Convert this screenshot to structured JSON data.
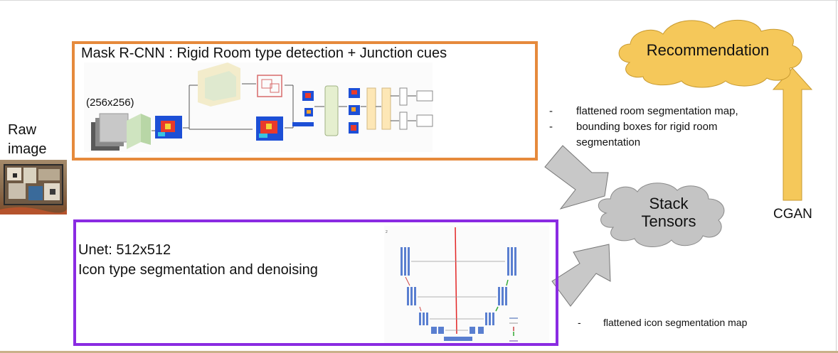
{
  "labels": {
    "mask_rcnn_title": "Mask R-CNN : Rigid Room type detection + Junction cues",
    "input_size": "(256x256)",
    "raw_image_line1": "Raw",
    "raw_image_line2": "image",
    "unet_line1": "Unet: 512x512",
    "unet_line2": "Icon type segmentation and denoising",
    "stack_line1": "Stack",
    "stack_line2": "Tensors",
    "recommendation": "Recommendation",
    "cgan": "CGAN"
  },
  "mask_rcnn_outputs": {
    "dash": "-",
    "items": [
      "flattened room segmentation map,",
      "bounding boxes for rigid room",
      "segmentation"
    ]
  },
  "unet_outputs": {
    "dash": "-",
    "items": [
      "flattened icon segmentation map"
    ]
  },
  "colors": {
    "mask_box": "#e68a3c",
    "unet_box": "#8a2be2",
    "arrow_gray": "#c8c8c8",
    "arrow_yellow": "#f5c85a",
    "cloud_gray": "#c4c4c4",
    "cloud_yellow": "#f5c85a"
  }
}
